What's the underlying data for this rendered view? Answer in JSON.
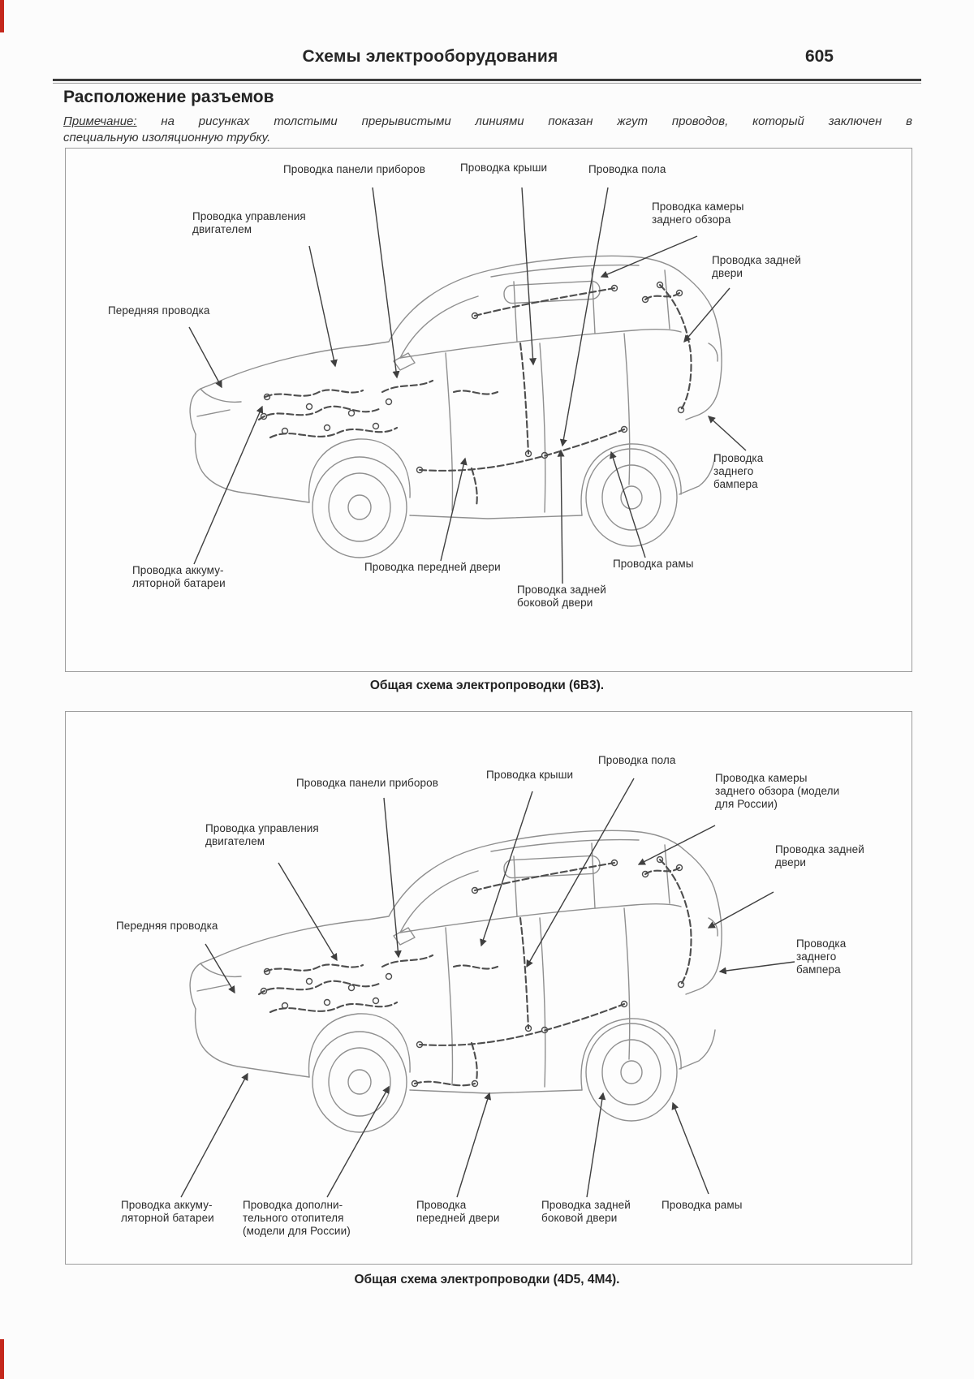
{
  "header": {
    "title": "Схемы электрооборудования",
    "page_number": "605"
  },
  "section": {
    "title": "Расположение разъемов",
    "note_label": "Примечание:",
    "note_text_1": "на рисунках толстыми прерывистыми линиями показан жгут проводов, который заключен в",
    "note_text_2": "специальную изоляционную трубку."
  },
  "diagram1": {
    "caption": "Общая схема электропроводки (6B3).",
    "labels": {
      "instrument_panel": "Проводка панели приборов",
      "roof": "Проводка крыши",
      "floor": "Проводка пола",
      "engine_control": "Проводка управления двигателем",
      "rear_camera": "Проводка камеры заднего обзора",
      "rear_door": "Проводка задней двери",
      "front_harness": "Передняя проводка",
      "rear_bumper": "Проводка заднего бампера",
      "battery": "Проводка аккуму-ляторной батареи",
      "front_door": "Проводка передней двери",
      "rear_side_door": "Проводка задней боковой двери",
      "frame": "Проводка рамы"
    }
  },
  "diagram2": {
    "caption": "Общая схема электропроводки (4D5, 4M4).",
    "labels": {
      "instrument_panel": "Проводка панели приборов",
      "roof": "Проводка крыши",
      "floor": "Проводка пола",
      "engine_control": "Проводка управления двигателем",
      "rear_camera": "Проводка камеры заднего обзора (модели для России)",
      "rear_door": "Проводка задней двери",
      "front_harness": "Передняя проводка",
      "rear_bumper": "Проводка заднего бампера",
      "battery": "Проводка аккуму-ляторной батареи",
      "aux_heater": "Проводка дополни-тельного отопителя (модели для России)",
      "front_door": "Проводка передней двери",
      "rear_side_door": "Проводка задней боковой двери",
      "frame": "Проводка рамы"
    }
  }
}
